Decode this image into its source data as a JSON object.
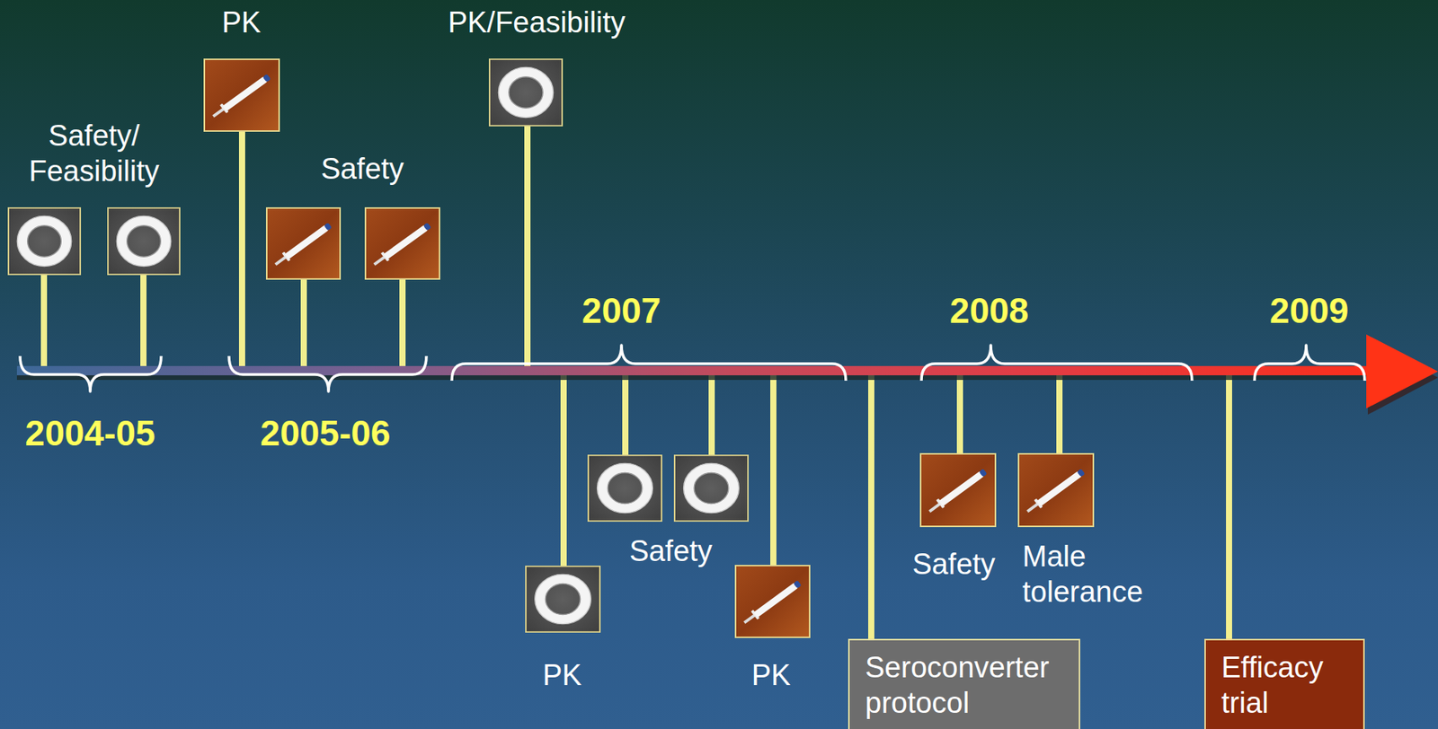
{
  "diagram": {
    "nodes": [
      {
        "text": [
          "Seroconverter protocol"
        ]
      },
      {
        "text": [
          "Efficacy trial"
        ]
      }
    ],
    "labels": [
      "Safety/ Feasibility",
      "PK",
      "Safety",
      "PK/Feasibility",
      "2004-05",
      "2005-06",
      "2007",
      "2008",
      "2009",
      "PK",
      "Safety",
      "PK",
      "Safety",
      "Male tolerance"
    ]
  }
}
